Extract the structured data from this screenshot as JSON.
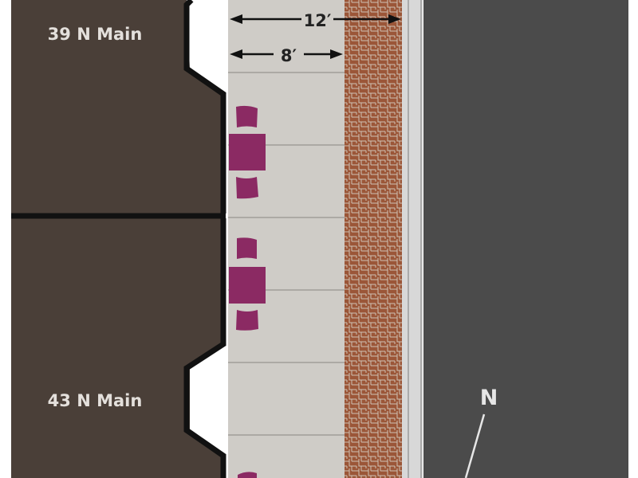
{
  "buildings": [
    {
      "address": "39 N Main"
    },
    {
      "address": "43 N Main"
    }
  ],
  "dimensions": {
    "total_width": "12′",
    "inner_width": "8′"
  },
  "north_arrow": {
    "label": "N"
  },
  "colors": {
    "building": "#4a3f38",
    "wall": "#111111",
    "sidewalk": "#cfccc7",
    "brick": "#9b5638",
    "curb": "#d8d8d8",
    "street": "#4b4b4b",
    "furniture": "#8b2a63"
  },
  "furniture_sets": [
    {
      "name": "cafe-set-1"
    },
    {
      "name": "cafe-set-2"
    },
    {
      "name": "cafe-set-3"
    }
  ]
}
